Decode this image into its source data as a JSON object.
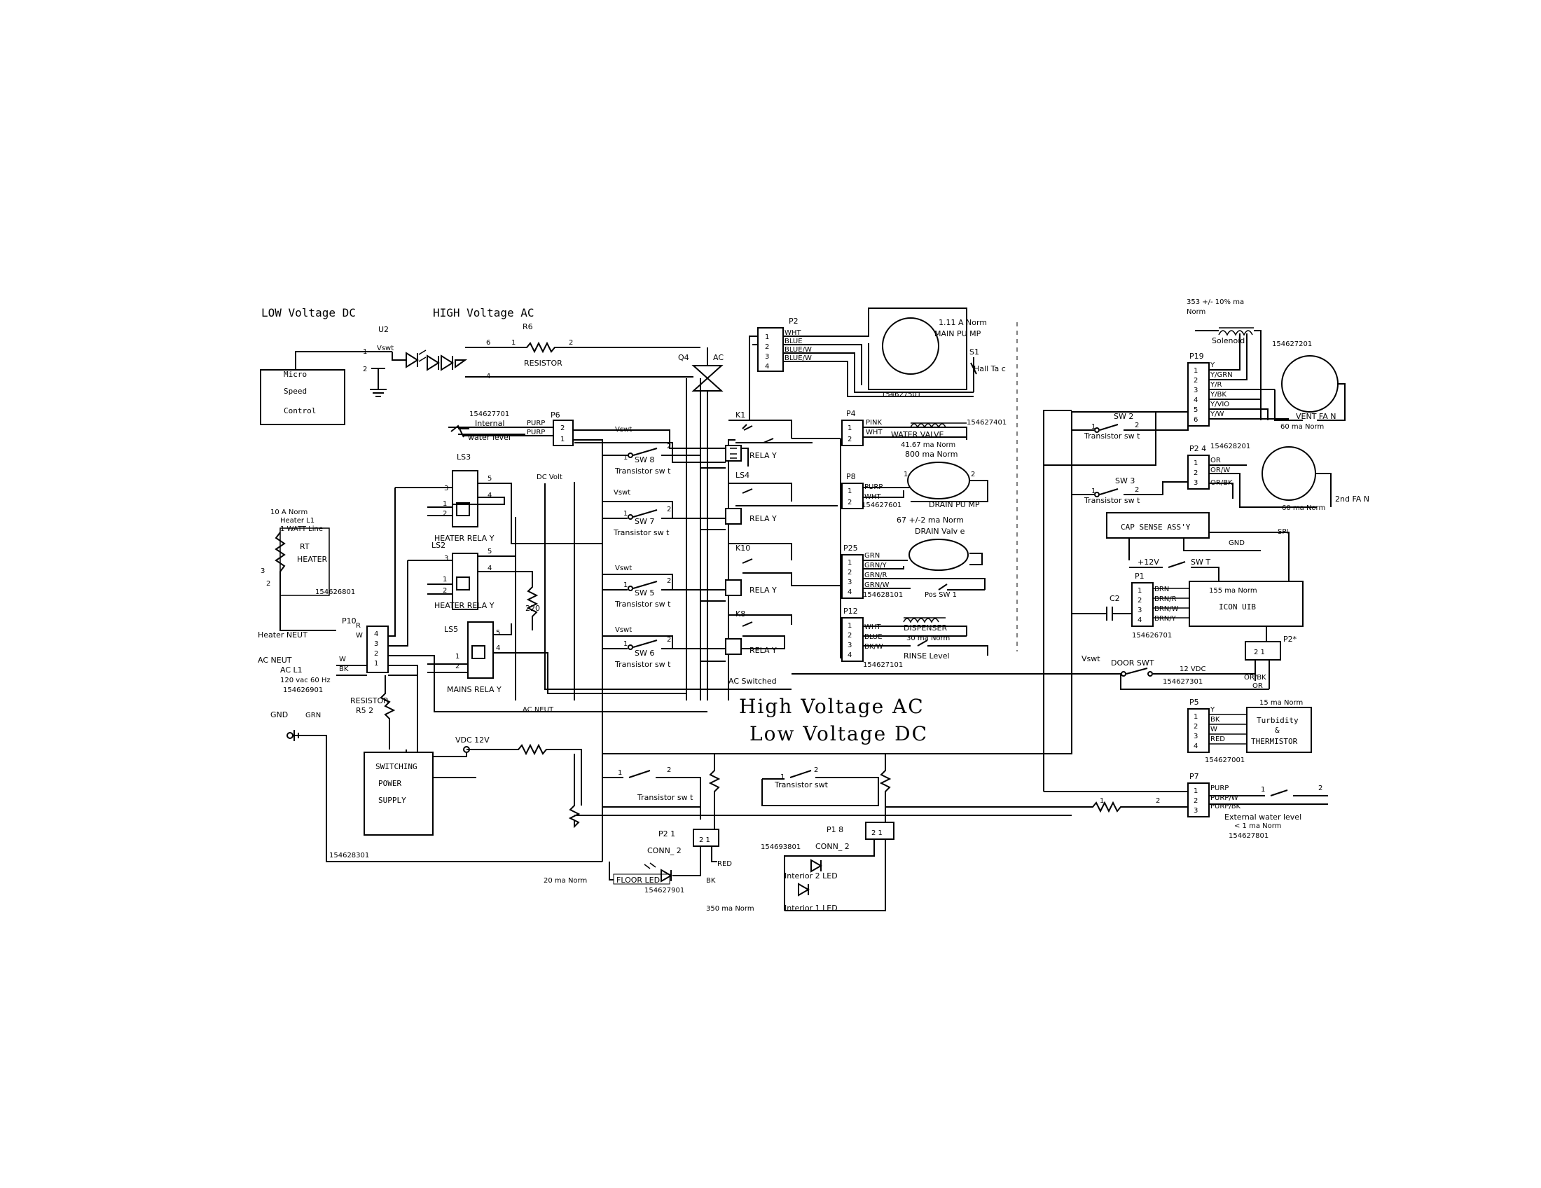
{
  "headers": {
    "low_dc": "LOW Voltage DC",
    "high_ac": "HIGH Voltage AC",
    "legend_ac": "High Voltage AC",
    "legend_dc": "Low Voltage DC"
  },
  "micro": {
    "line1": "Micro",
    "line2": "Speed",
    "line3": "Control",
    "ref": "U2",
    "signal": "Vswt"
  },
  "resistor_r6": {
    "ref": "R6",
    "label": "RESISTOR",
    "pin_a": "1",
    "pin_b": "2"
  },
  "triac": {
    "ref": "Q4",
    "label": "AC"
  },
  "main_pump": {
    "conn": "P2",
    "wires": [
      "WHT",
      "BLUE",
      "BLUE/W",
      "BLUE/W"
    ],
    "current": "1.11 A Norm",
    "name": "MAIN PU MP",
    "switch": "S1",
    "switch_name": "Hall Ta c",
    "part": "154627501"
  },
  "water_level": {
    "part": "154627701",
    "name": "Internal",
    "name2": "water level",
    "conn": "P6",
    "wires": [
      "PURP",
      "PURP"
    ]
  },
  "water_valve": {
    "conn": "P4",
    "wires": [
      "PINK",
      "WHT"
    ],
    "name": "WATER VALVE",
    "current": "41.67 ma Norm",
    "part": "154627401"
  },
  "drain_pump": {
    "conn": "P8",
    "wires": [
      "PURP",
      "WHT"
    ],
    "current": "800 ma Norm",
    "name": "DRAIN PU MP",
    "part": "154627601"
  },
  "drain_valve": {
    "conn": "P25",
    "wires": [
      "GRN",
      "GRN/Y",
      "GRN/R",
      "GRN/W"
    ],
    "current": "67 +/-2 ma Norm",
    "name": "DRAIN Valv e",
    "part": "154628101",
    "switch": "Pos SW 1"
  },
  "dispenser": {
    "conn": "P12",
    "wires": [
      "WHT",
      "BLUE",
      "BK/W"
    ],
    "name": "DISPENSER",
    "current": "30 ma Norm",
    "rinse": "RINSE Level",
    "part": "154627101"
  },
  "relays": {
    "k1": "K1",
    "ls4": "LS4",
    "k10": "K10",
    "k8": "K8",
    "relay": "RELA Y",
    "sw8": "SW 8",
    "sw7": "SW 7",
    "sw5": "SW 5",
    "sw6": "SW 6",
    "transistor": "Transistor sw t",
    "dcvolt": "DC Volt",
    "vswt": "Vswt",
    "ac_switched": "AC Switched"
  },
  "heater": {
    "current": "10 A Norm",
    "line1": "Heater L1",
    "line2": "1 WATT Line",
    "name1": "RT",
    "name2": "HEATER",
    "part": "154626801",
    "neut": "Heater NEUT"
  },
  "heater_relays": {
    "ls3": "LS3",
    "ls2": "LS2",
    "ls5": "LS5",
    "name": "HEATER RELA Y",
    "mains": "MAINS RELA Y",
    "r220": "220"
  },
  "mains": {
    "conn": "P10",
    "neut": "AC NEUT",
    "l1": "AC L1",
    "w": "W",
    "bk": "BK",
    "r": "R",
    "vac": "120 vac 60 Hz",
    "part": "154626901",
    "ac_neut": "AC NEUT"
  },
  "ground": {
    "gnd": "GND",
    "grn": "GRN"
  },
  "power_supply": {
    "r2_label": "RESISTOR",
    "r2": "R5 2",
    "line1": "SWITCHING",
    "line2": "POWER",
    "line3": "SUPPLY",
    "part": "154628301",
    "vdc": "VDC 12V"
  },
  "leds": {
    "p21": "P2 1",
    "conn2": "CONN_ 2",
    "floor": "FLOOR LED",
    "floor_current": "20 ma Norm",
    "floor_part": "154627901",
    "red": "RED",
    "bk": "BK",
    "p18": "P1 8",
    "int_part": "154693801",
    "int2": "Interior 2 LED",
    "int1": "Interior 1 LED",
    "int_current": "350 ma Norm",
    "transistor": "Transistor sw t",
    "transistor2": "Transistor swt"
  },
  "right": {
    "solenoid_current": "353 +/- 10% ma",
    "solenoid_norm": "Norm",
    "solenoid": "Solenoid",
    "p19": "P19",
    "p19_wires": [
      "Y",
      "Y/GRN",
      "Y/R",
      "Y/BK",
      "Y/VIO",
      "Y/W"
    ],
    "vent_part": "154627201",
    "vent": "VENT FA N",
    "vent_current": "60 ma Norm",
    "sw2": "SW 2",
    "sw3": "SW 3",
    "transistor": "Transistor sw t",
    "p24": "P2 4",
    "p24_wires": [
      "OR",
      "OR/W",
      "OR/BK"
    ],
    "fan2_part": "154628201",
    "fan2": "2nd FA N",
    "fan2_current": "60 ma Norm",
    "cap": "CAP SENSE ASS'Y",
    "spi": "SPI",
    "gnd": "GND",
    "v12": "+12V",
    "swt": "SW T",
    "p1": "P1",
    "p1_wires": [
      "BRN",
      "BRN/R",
      "BRN/W",
      "BRN/Y"
    ],
    "c2": "C2",
    "uib_current": "155 ma Norm",
    "uib": "ICON UIB",
    "p1_part": "154626701",
    "p2star": "P2*",
    "door": "DOOR SWT",
    "vdc12": "12 VDC",
    "door_part": "154627301",
    "vswt": "Vswt",
    "orbk": "OR/BK",
    "or": "OR",
    "p5": "P5",
    "p5_wires": [
      "Y",
      "BK",
      "W",
      "RED"
    ],
    "turb_current": "15 ma Norm",
    "turb1": "Turbidity",
    "turb2": "&",
    "turb3": "THERMISTOR",
    "turb_part": "154627001",
    "p7": "P7",
    "p7_wires": [
      "PURP",
      "PURP/W",
      "PURP/BK"
    ],
    "ext": "External water level",
    "ext_current": "< 1 ma Norm",
    "ext_part": "154627801"
  }
}
